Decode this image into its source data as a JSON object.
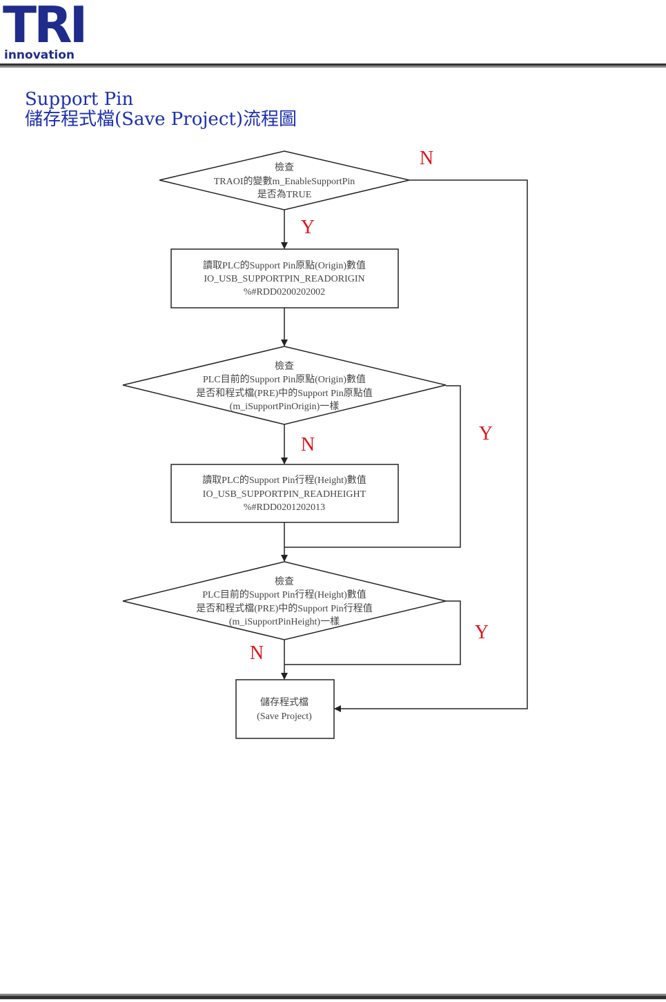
{
  "header": {
    "logo": {
      "mark": "TRI",
      "tagline": "innovation"
    }
  },
  "title": {
    "line1": "Support Pin",
    "line2": "儲存程式檔(Save Project)流程圖"
  },
  "flowchart": {
    "nodes": {
      "check_enable": {
        "shape": "diamond",
        "lines": [
          "檢查",
          "TRAOI的變數m_EnableSupportPin",
          "是否為TRUE"
        ]
      },
      "read_origin": {
        "shape": "rectangle",
        "lines": [
          "讀取PLC的Support Pin原點(Origin)數值",
          "IO_USB_SUPPORTPIN_READORIGIN",
          "%#RDD0200202002"
        ]
      },
      "check_origin": {
        "shape": "diamond",
        "lines": [
          "檢查",
          "PLC目前的Support Pin原點(Origin)數值",
          "是否和程式檔(PRE)中的Support Pin原點值",
          "(m_iSupportPinOrigin)一樣"
        ]
      },
      "read_height": {
        "shape": "rectangle",
        "lines": [
          "讀取PLC的Support Pin行程(Height)數值",
          "IO_USB_SUPPORTPIN_READHEIGHT",
          "%#RDD0201202013"
        ]
      },
      "check_height": {
        "shape": "diamond",
        "lines": [
          "檢查",
          "PLC目前的Support Pin行程(Height)數值",
          "是否和程式檔(PRE)中的Support Pin行程值",
          "(m_iSupportPinHeight)一樣"
        ]
      },
      "save_project": {
        "shape": "rectangle",
        "lines": [
          "儲存程式檔",
          "(Save Project)"
        ]
      }
    },
    "branch_labels": {
      "enable_no": "N",
      "enable_yes": "Y",
      "origin_no": "N",
      "origin_yes": "Y",
      "height_no": "N",
      "height_yes": "Y"
    },
    "colors": {
      "branch_label": "#e0141e",
      "title": "#1b2fb0",
      "logo": "#1f2c8c"
    }
  }
}
